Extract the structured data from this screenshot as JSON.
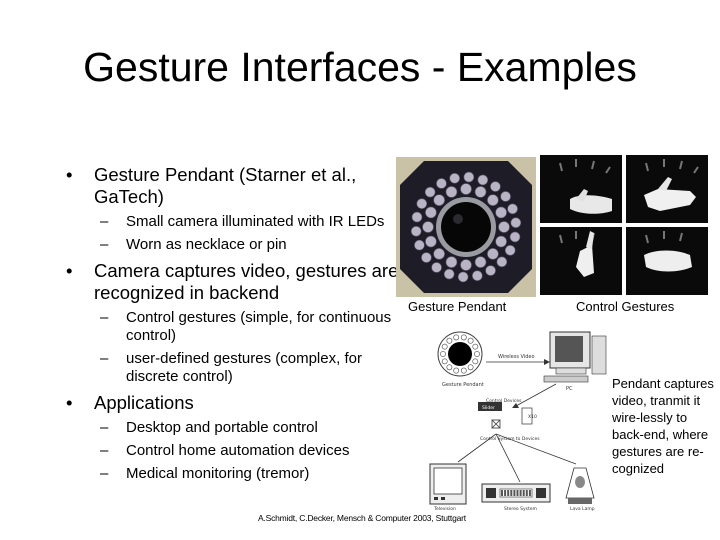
{
  "title": "Gesture Interfaces - Examples",
  "bullets": [
    {
      "text": "Gesture Pendant (Starner et al., GaTech)",
      "sub": [
        "Small camera illuminated with IR LEDs",
        "Worn as necklace or pin"
      ]
    },
    {
      "text": "Camera captures video, gestures are recognized in backend",
      "sub": [
        "Control gestures (simple, for continuous control)",
        "user-defined gestures (complex, for discrete control)"
      ]
    },
    {
      "text": "Applications",
      "sub": [
        "Desktop and portable control",
        "Control home automation devices",
        "Medical monitoring (tremor)"
      ]
    }
  ],
  "captions": {
    "pendant": "Gesture Pendant",
    "gestures": "Control Gestures"
  },
  "note": "Pendant captures video, tranmit it wire-lessly to back-end, where gestures are re-cognized",
  "footer": "A.Schmidt, C.Decker, Mensch & Computer 2003, Stuttgart",
  "diagram": {
    "pendant": "Gesture Pendant",
    "wireless_video": "Wireless Video",
    "pc": "PC",
    "control_devices": "Control Devices",
    "slider": "Slider",
    "x10": "X10",
    "control_system": "Control System to Devices",
    "television": "Television",
    "stereo": "Stereo System",
    "lava_lamp": "Lava Lamp"
  }
}
